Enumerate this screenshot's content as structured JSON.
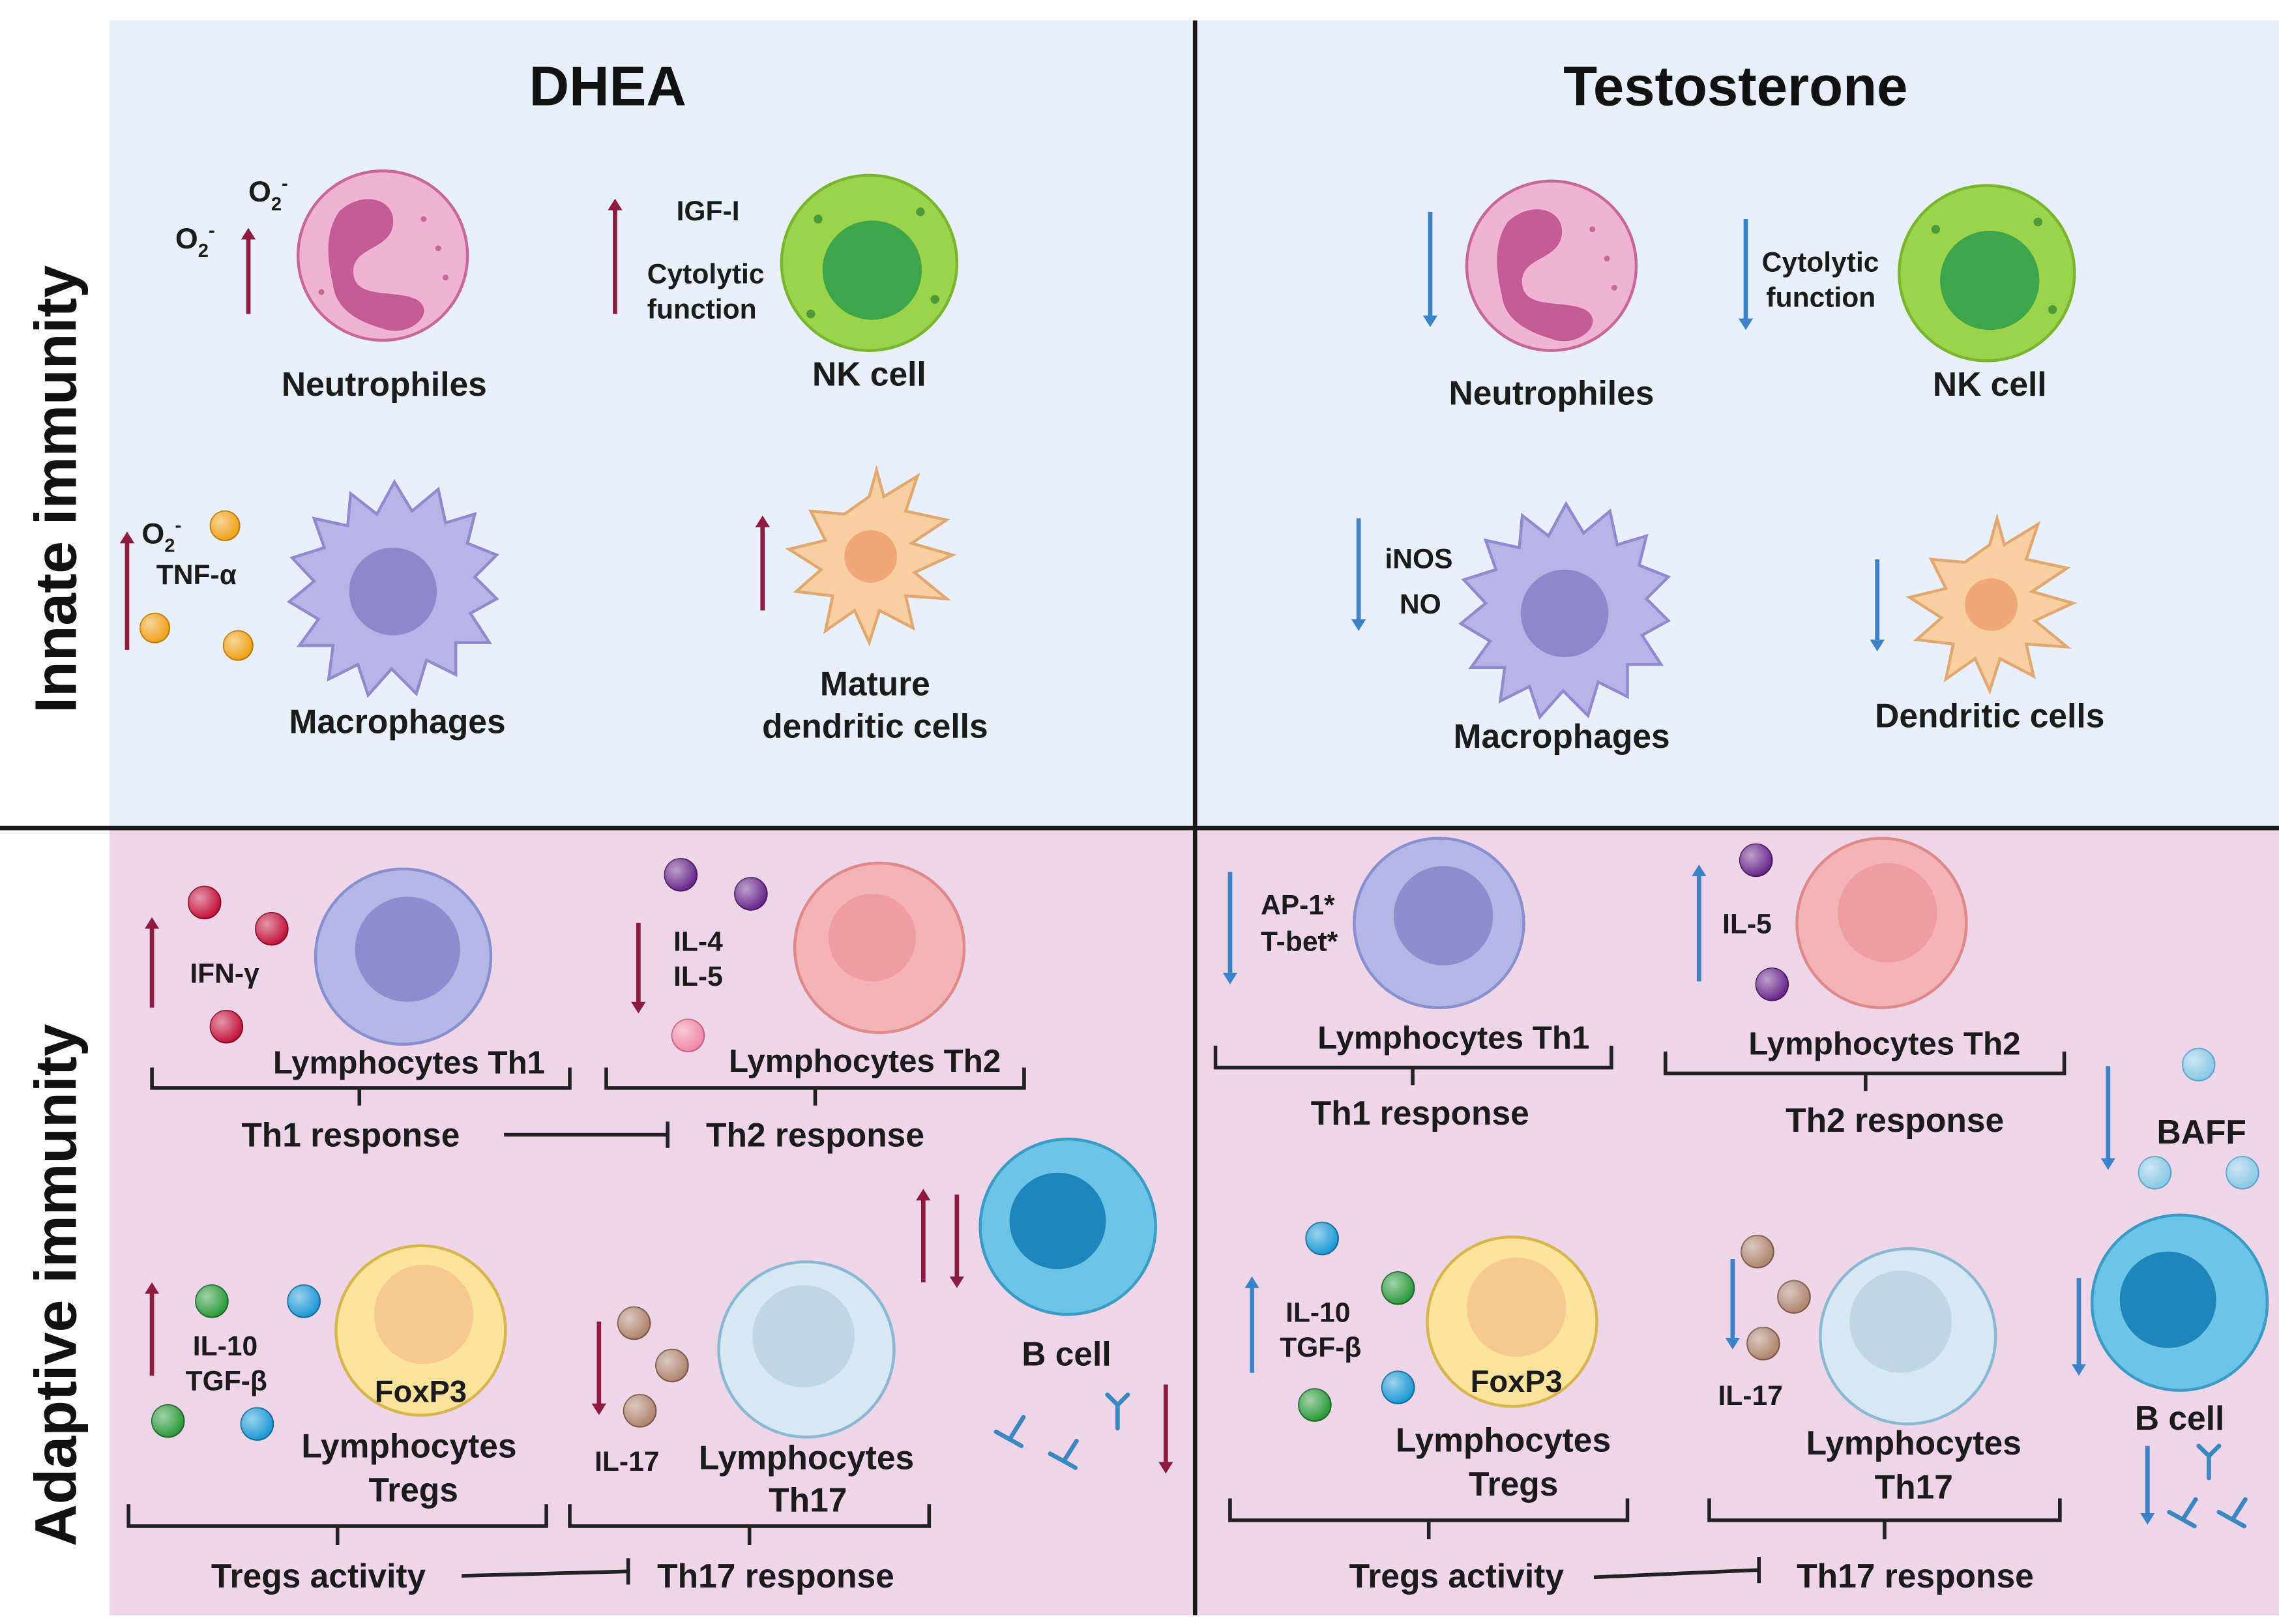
{
  "colors": {
    "innate_bg": "#e8f1fb",
    "adaptive_bg": "#efd5e8",
    "divider": "#1a1a1a",
    "up_arrow_dhea": "#8c1d40",
    "down_arrow_testo": "#3b82c8",
    "neutrophil": "#e79bc4",
    "nk": "#9bd44a",
    "macrophage": "#a9a5df",
    "dendritic": "#f7cfa0",
    "th1": "#b3b7e6",
    "th2": "#f5b4b4",
    "treg": "#fbe39c",
    "th17": "#cfe2ee",
    "bcell": "#5fbde0"
  },
  "headers": {
    "dhea": "DHEA",
    "testosterone": "Testosterone"
  },
  "sides": {
    "innate": "Innate immunity",
    "adaptive": "Adaptive immunity"
  },
  "dhea_innate": {
    "neutrophiles": "Neutrophiles",
    "o2_a": "O",
    "o2_b": "O",
    "nk_cell": "NK cell",
    "igf": "IGF-I",
    "cytolytic_1": "Cytolytic",
    "cytolytic_2": "function",
    "macrophages": "Macrophages",
    "mac_o2": "O",
    "tnf": "TNF-α",
    "dc_1": "Mature",
    "dc_2": "dendritic cells"
  },
  "testo_innate": {
    "neutrophiles": "Neutrophiles",
    "nk_cell": "NK cell",
    "cytolytic_1": "Cytolytic",
    "cytolytic_2": "function",
    "macrophages": "Macrophages",
    "inos": "iNOS",
    "no": "NO",
    "dendritic": "Dendritic cells"
  },
  "dhea_adaptive": {
    "ifn": "IFN-γ",
    "th1": "Lymphocytes Th1",
    "il4": "IL-4",
    "il5": "IL-5",
    "th2": "Lymphocytes Th2",
    "th1_resp": "Th1 response",
    "th2_resp": "Th2 response",
    "bcell": "B cell",
    "il10": "IL-10",
    "tgf": "TGF-β",
    "foxp3": "FoxP3",
    "tregs_1": "Lymphocytes",
    "tregs_2": "Tregs",
    "il17": "IL-17",
    "th17_1": "Lymphocytes",
    "th17_2": "Th17",
    "tregs_act": "Tregs activity",
    "th17_resp": "Th17  response"
  },
  "testo_adaptive": {
    "ap1": "AP-1*",
    "tbet": "T-bet*",
    "th1": "Lymphocytes Th1",
    "il5": "IL-5",
    "th2": "Lymphocytes Th2",
    "th1_resp": "Th1 response",
    "th2_resp": "Th2 response",
    "baff": "BAFF",
    "bcell": "B cell",
    "il10": "IL-10",
    "tgf": "TGF-β",
    "foxp3": "FoxP3",
    "tregs_1": "Lymphocytes",
    "tregs_2": "Tregs",
    "il17": "IL-17",
    "th17_1": "Lymphocytes",
    "th17_2": "Th17",
    "tregs_act": "Tregs activity",
    "th17_resp": "Th17  response"
  }
}
